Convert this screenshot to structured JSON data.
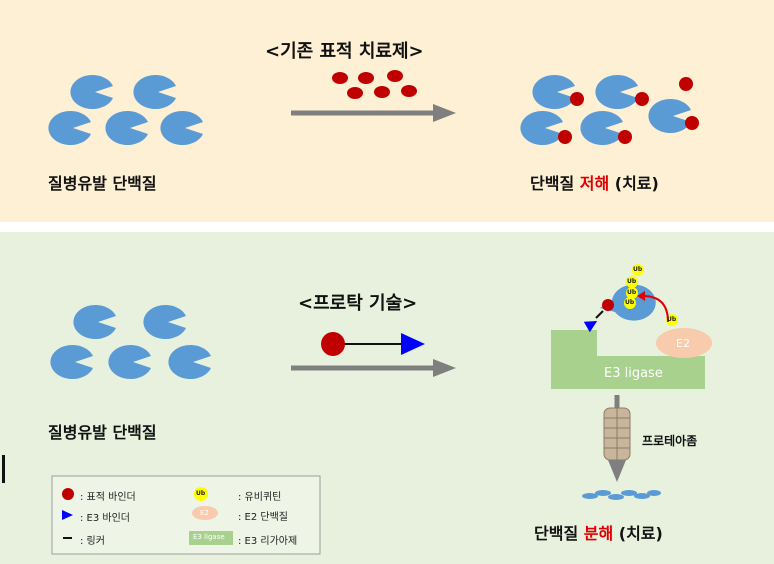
{
  "top_panel": {
    "title": "<기존 표적 치료제>",
    "left_caption": "질병유발 단백질",
    "right_caption_prefix": "단백질 ",
    "right_caption_highlight": "저해",
    "right_caption_suffix": " (치료)"
  },
  "bottom_panel": {
    "title": "<프로탁 기술>",
    "left_caption": "질병유발 단백질",
    "right_caption_prefix": "단백질 ",
    "right_caption_highlight": "분해",
    "right_caption_suffix": " (치료)",
    "e3_label": "E3 ligase",
    "e2_label": "E2",
    "ub_label": "Ub",
    "proteasome_label": "프로테아좀"
  },
  "legend": {
    "target_binder": ": 표적 바인더",
    "e3_binder": ": E3 바인더",
    "linker": ": 링커",
    "ubiquitin": ": 유비퀴틴",
    "e2_protein": ": E2 단백질",
    "e3_ligase": ": E3 리가아제",
    "ub_icon_label": "Ub",
    "e2_icon_label": "E2",
    "e3_icon_label": "E3 ligase"
  },
  "colors": {
    "protein_blue": "#5b9bd5",
    "binder_red": "#c00000",
    "e3_binder_blue": "#0000ff",
    "e3_green": "#a9d18e",
    "e2_peach": "#f8cbad",
    "ub_yellow": "#ffff00",
    "arrow_gray": "#7f7f7f",
    "highlight_red": "#e00000"
  }
}
